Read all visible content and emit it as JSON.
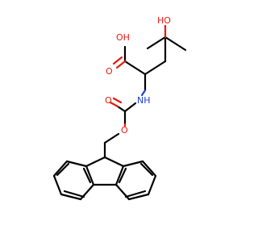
{
  "molecule": {
    "atoms": {
      "hydroxyl_label": "HO",
      "acid_oh_label": "OH",
      "acid_carbonyl_o_label": "O",
      "amide_n_label": "NH",
      "carbamate_carbonyl_o_label": "O",
      "ester_o_label": "O"
    },
    "colors": {
      "carbon_bond": "#000000",
      "oxygen": "#e8190e",
      "nitrogen": "#1f3fd8",
      "background": "#ffffff"
    }
  }
}
